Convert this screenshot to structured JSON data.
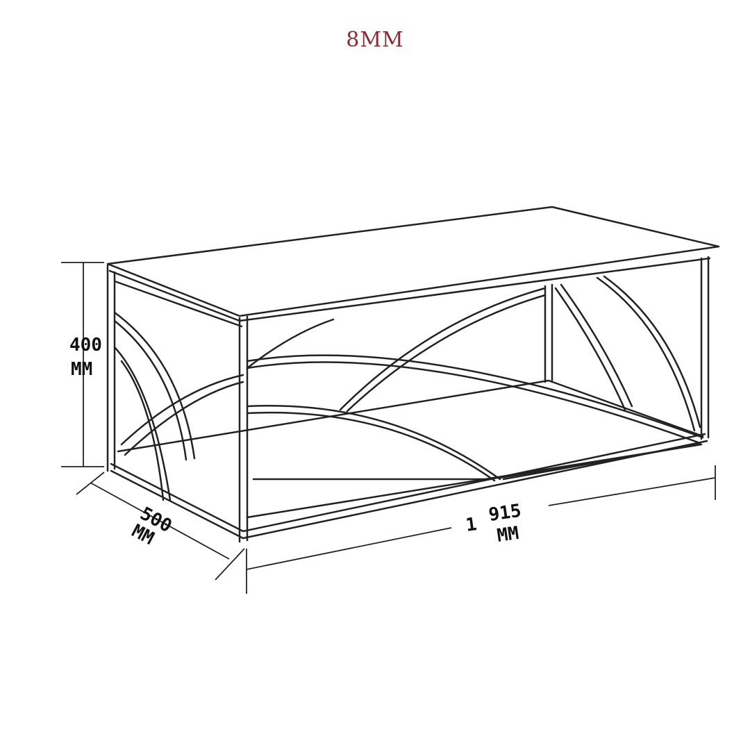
{
  "brand": {
    "logo_text": "8MM",
    "color": "#8e2a34"
  },
  "dimensions": {
    "height": {
      "value": "400",
      "unit": "MM"
    },
    "depth": {
      "value": "500",
      "unit": "MM"
    },
    "width": {
      "prefix": "1",
      "value": "915",
      "unit": "MM"
    }
  }
}
